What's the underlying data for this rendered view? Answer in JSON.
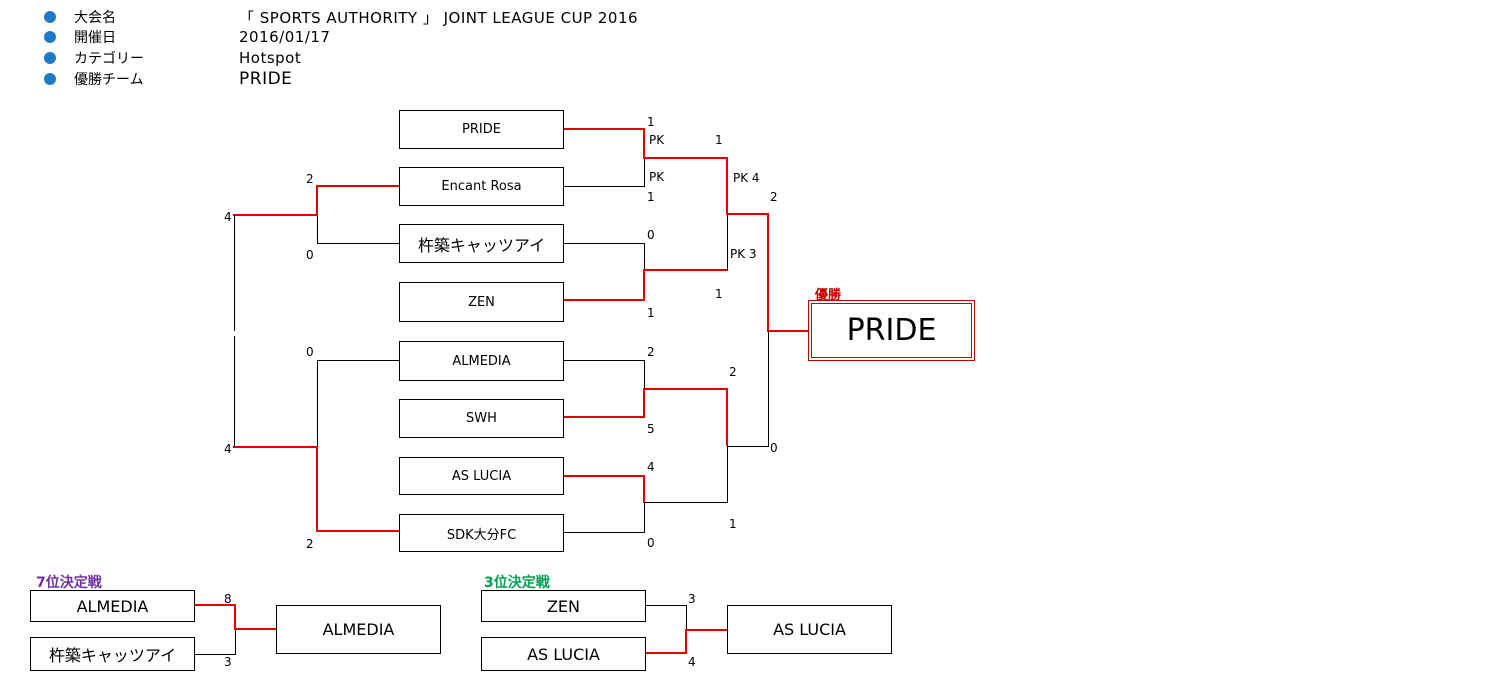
{
  "info": [
    {
      "label": "大会名",
      "value": "「 SPORTS AUTHORITY 」 JOINT LEAGUE CUP 2016"
    },
    {
      "label": "開催日",
      "value": "2016/01/17"
    },
    {
      "label": "カテゴリー",
      "value": "Hotspot"
    },
    {
      "label": "優勝チーム",
      "value": "PRIDE"
    }
  ],
  "colors": {
    "winner_line": "#e00000",
    "dot": "#1f7bc8",
    "seventh_title": "#7030a0",
    "third_title": "#00a050",
    "champion_title": "#c00000"
  },
  "bracket": {
    "teams": [
      "PRIDE",
      "Encant Rosa",
      "杵築キャッツアイ",
      "ZEN",
      "ALMEDIA",
      "SWH",
      "AS LUCIA",
      "SDK大分FC"
    ],
    "r1_scores": [
      "1",
      "1",
      "0",
      "1",
      "2",
      "5",
      "4",
      "0"
    ],
    "r1_pk_labels": [
      "PK",
      "PK"
    ],
    "r2_scores": [
      "1",
      "1",
      "2",
      "1"
    ],
    "r2_pk_labels": [
      "PK 4",
      "PK 3"
    ],
    "semi_scores": [
      "2",
      "0"
    ],
    "left_qual": {
      "upper": [
        "2",
        "0",
        "0",
        "2"
      ],
      "outer": [
        "4",
        "4"
      ]
    },
    "champion_label": "優勝",
    "champion": "PRIDE"
  },
  "seventh": {
    "title": "7位決定戦",
    "teams": [
      "ALMEDIA",
      "杵築キャッツアイ"
    ],
    "scores": [
      "8",
      "3"
    ],
    "winner": "ALMEDIA"
  },
  "third": {
    "title": "3位決定戦",
    "teams": [
      "ZEN",
      "AS LUCIA"
    ],
    "scores": [
      "3",
      "4"
    ],
    "winner": "AS LUCIA"
  }
}
